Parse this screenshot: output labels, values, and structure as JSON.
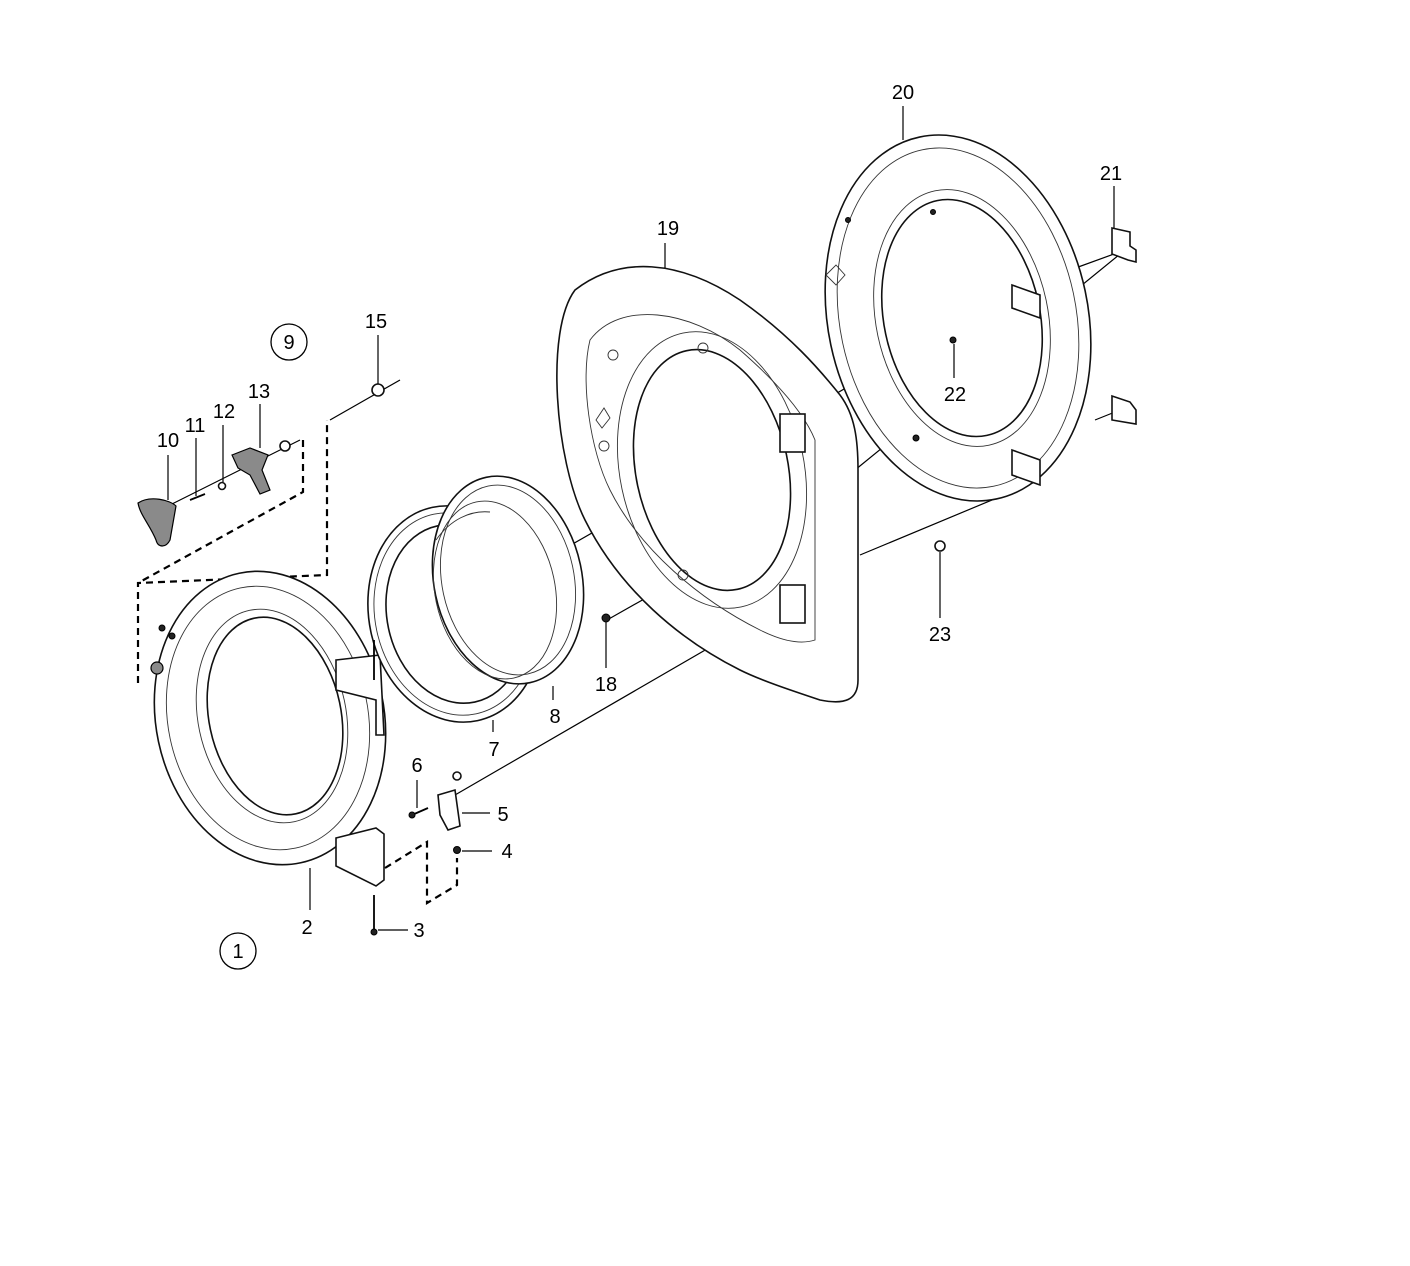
{
  "diagram": {
    "callouts": {
      "c1": "1",
      "c9": "9"
    },
    "labels": {
      "l2": "2",
      "l3": "3",
      "l4": "4",
      "l5": "5",
      "l6": "6",
      "l7": "7",
      "l8": "8",
      "l10": "10",
      "l11": "11",
      "l12": "12",
      "l13": "13",
      "l15": "15",
      "l18": "18",
      "l19": "19",
      "l20": "20",
      "l21": "21",
      "l22": "22",
      "l23": "23"
    }
  }
}
